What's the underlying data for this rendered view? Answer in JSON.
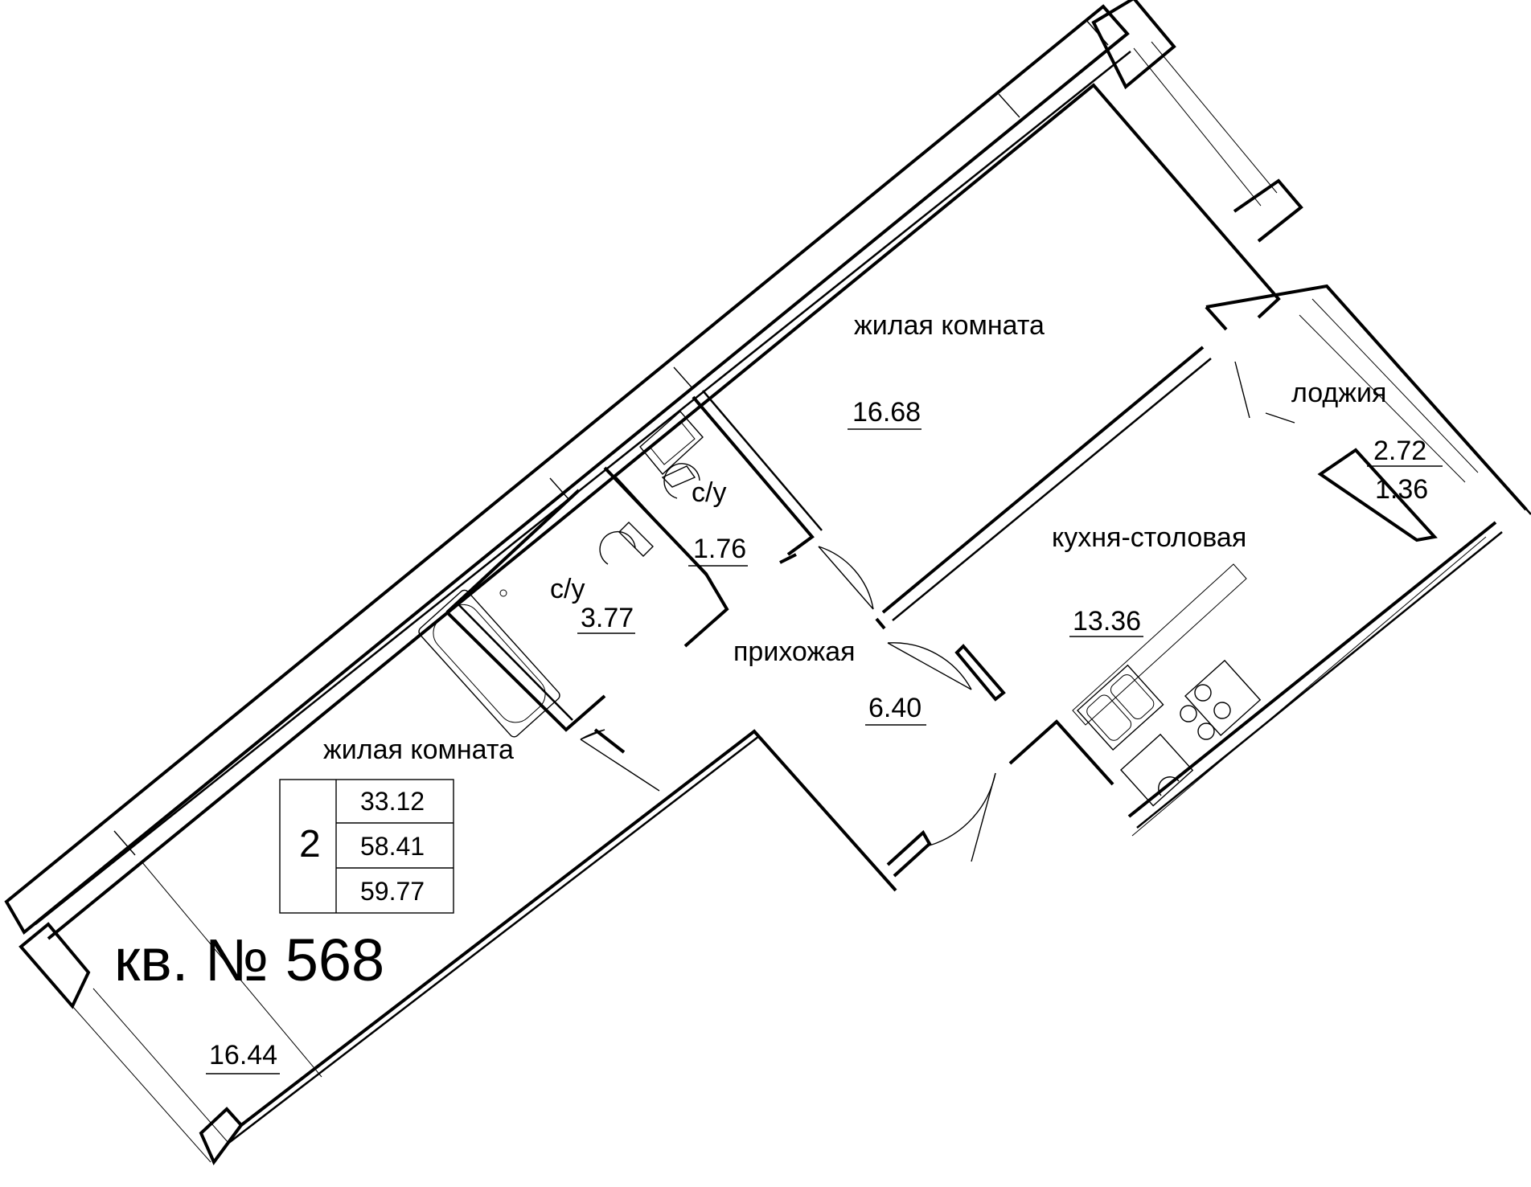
{
  "apartment": {
    "title": "кв. № 568",
    "rooms_count": "2",
    "areas_table": [
      "33.12",
      "58.41",
      "59.77"
    ]
  },
  "rooms": {
    "living_room_upper": {
      "label": "жилая комната",
      "area": "16.68"
    },
    "living_room_lower": {
      "label": "жилая комната",
      "area": "16.44"
    },
    "kitchen_dining": {
      "label": "кухня-столовая",
      "area": "13.36"
    },
    "hallway": {
      "label": "прихожая",
      "area": "6.40"
    },
    "bathroom_small": {
      "label": "с/у",
      "area": "1.76"
    },
    "bathroom_large": {
      "label": "с/у",
      "area": "3.77"
    },
    "loggia": {
      "label": "лоджия",
      "area": "2.72",
      "area_reduced": "1.36"
    }
  }
}
